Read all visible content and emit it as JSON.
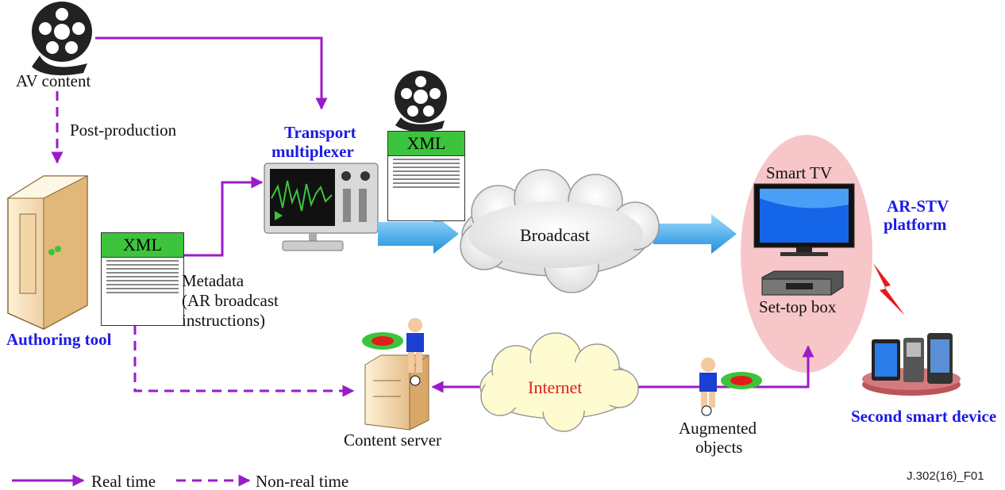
{
  "labels": {
    "av_content": "AV content",
    "post_production": "Post-production",
    "transport_multiplexer_1": "Transport",
    "transport_multiplexer_2": "multiplexer",
    "xml": "XML",
    "broadcast": "Broadcast",
    "smart_tv": "Smart TV",
    "ar_stv_1": "AR-STV",
    "ar_stv_2": "platform",
    "metadata_1": "Metadata",
    "metadata_2": "(AR broadcast",
    "metadata_3": "instructions)",
    "authoring_tool": "Authoring tool",
    "set_top_box": "Set-top box",
    "internet": "Internet",
    "content_server": "Content server",
    "augmented_1": "Augmented",
    "augmented_2": "objects",
    "second_device": "Second smart device",
    "figure_ref": "J.302(16)_F01"
  },
  "legend": {
    "real_time": "Real time",
    "non_real_time": "Non-real time"
  },
  "colors": {
    "arrow": "#9b1bc8",
    "title_blue": "#1a1ae6",
    "xml_green": "#3cc43c",
    "platform_pink": "#f7c6c9",
    "internet_red": "#e41b1b",
    "broadcast_arrow": "#35a9e6"
  }
}
